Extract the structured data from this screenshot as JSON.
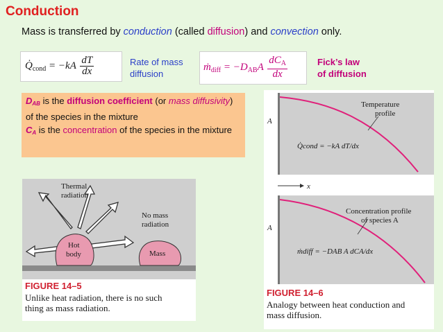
{
  "title": "Conduction",
  "subtitle": {
    "part1": "Mass is transferred by ",
    "conduction": "conduction",
    "part2": " (called ",
    "diffusion": "diffusion",
    "part3": ") and ",
    "convection": "convection",
    "part4": " only."
  },
  "equation1": {
    "lhs": "Q̇",
    "lhs_sub": "cond",
    "rhs_prefix": "= −kA",
    "num": "dT",
    "den": "dx"
  },
  "label_rate": [
    "Rate of mass",
    "diffusion"
  ],
  "equation2": {
    "lhs": "ṁ",
    "lhs_sub": "diff",
    "rhs_prefix": "= −D",
    "rhs_sub": "AB",
    "rhs_suffix": "A",
    "num": "dC",
    "num_sub": "A",
    "den": "dx"
  },
  "label_fick": [
    "Fick’s law",
    "of diffusion"
  ],
  "definitions": {
    "dab_sym": "D",
    "dab_sub": "AB",
    "dab_t1": " is the ",
    "dab_key": "diffusion coefficient",
    "dab_t2": " (or ",
    "dab_keyi": "mass diffusivity",
    "dab_t3": ") of the species in the mixture",
    "ca_sym": "C",
    "ca_sub": "A",
    "ca_t1": " is the ",
    "ca_key": "concentration",
    "ca_t2": " of the species in the mixture"
  },
  "figure5": {
    "label_thermal": [
      "Thermal",
      "radiation"
    ],
    "label_nomass": [
      "No mass",
      "radiation"
    ],
    "label_hot": [
      "Hot",
      "body"
    ],
    "label_mass": "Mass",
    "caption_title": "FIGURE 14–5",
    "caption_lines": [
      "Unlike heat radiation, there is no such",
      "thing as mass radiation."
    ]
  },
  "figure6": {
    "temp_label": [
      "Temperature",
      "profile"
    ],
    "axis_a": "A",
    "axis_x": "x",
    "conc_label": [
      "Concentration profile",
      "of species A"
    ],
    "eq_top": "Q̇cond = −kA dT/dx",
    "eq_bottom": "ṁdiff = −DAB A dCA/dx",
    "caption_title": "FIGURE 14–6",
    "caption_lines": [
      "Analogy between heat conduction and",
      "mass diffusion."
    ]
  },
  "colors": {
    "title": "#e02020",
    "accent_blue": "#2a3ec8",
    "accent_pink": "#c2007a",
    "box_orange": "#fbc690",
    "background": "#e8f7e0"
  }
}
